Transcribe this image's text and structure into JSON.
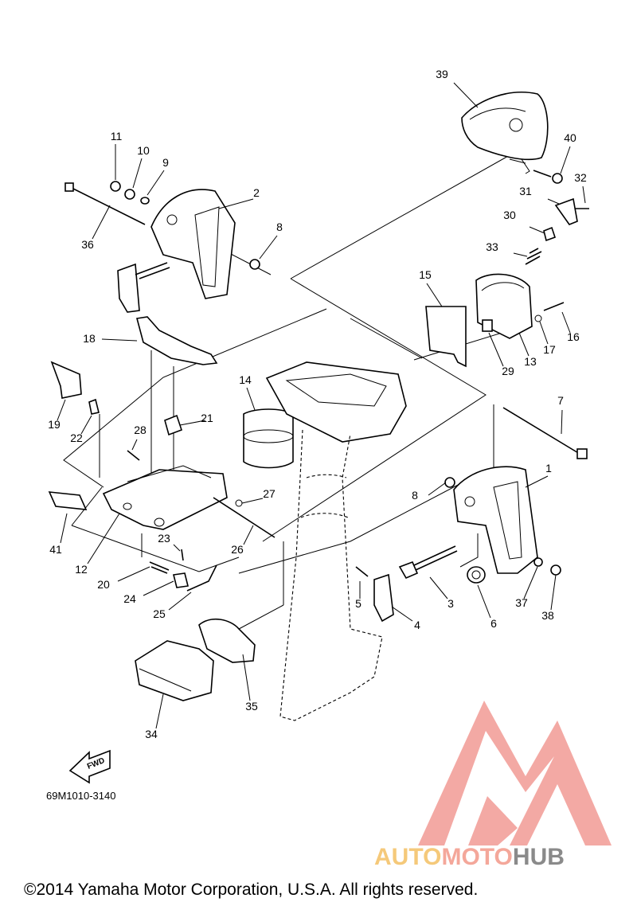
{
  "diagram": {
    "code": "69M1010-3140",
    "fwd_label": "FWD",
    "copyright": "©2014 Yamaha Motor Corporation, U.S.A. All rights reserved.",
    "logo": {
      "part1": "AUTO",
      "part2": "MOTO",
      "part3": "HUB",
      "colors": {
        "auto": "#f5c97a",
        "moto": "#f4a79a",
        "hub": "#8a8a8a",
        "mark": "#f3a5a0"
      }
    },
    "parts": [
      "1",
      "2",
      "3",
      "4",
      "5",
      "6",
      "7",
      "8",
      "8",
      "9",
      "10",
      "11",
      "12",
      "13",
      "14",
      "15",
      "16",
      "17",
      "18",
      "19",
      "20",
      "21",
      "22",
      "23",
      "24",
      "25",
      "26",
      "27",
      "28",
      "29",
      "30",
      "31",
      "32",
      "33",
      "34",
      "35",
      "36",
      "37",
      "38",
      "39",
      "40",
      "41"
    ]
  }
}
